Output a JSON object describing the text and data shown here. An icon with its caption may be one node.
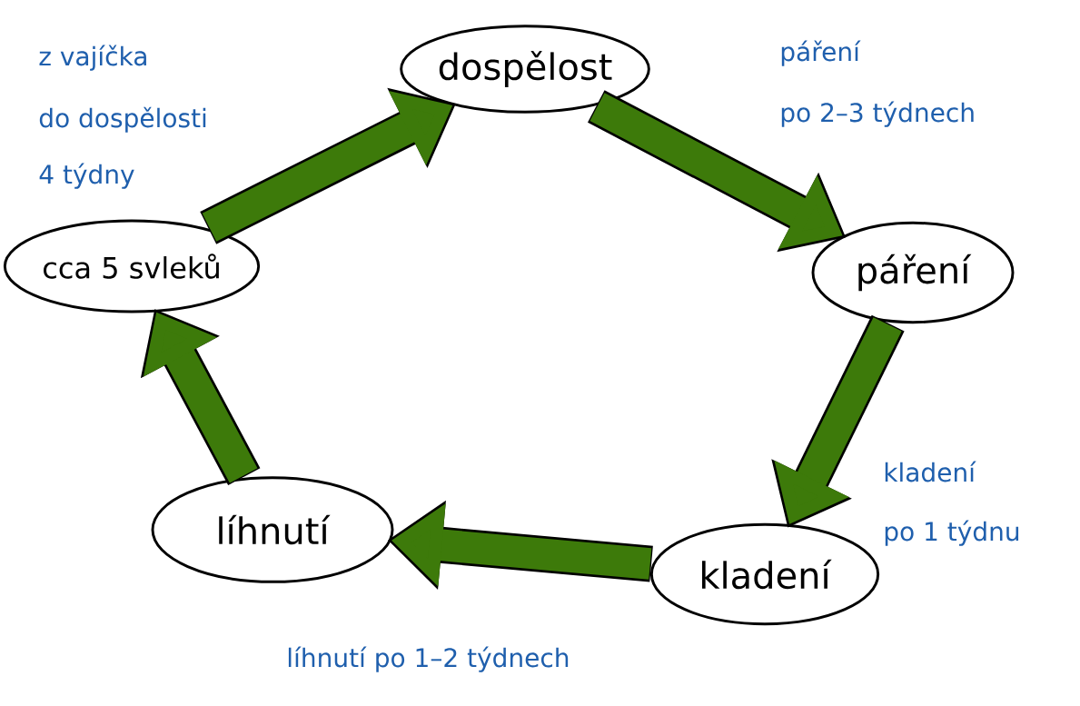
{
  "diagram": {
    "nodes": [
      {
        "text": [
          "dospělost"
        ]
      },
      {
        "text": [
          "páření"
        ]
      },
      {
        "text": [
          "kladení"
        ]
      },
      {
        "text": [
          "líhnutí"
        ]
      },
      {
        "text": [
          "cca 5 svleků"
        ]
      }
    ],
    "edges": [
      {
        "from": 0,
        "to": 1,
        "arrow": "to"
      },
      {
        "from": 1,
        "to": 2,
        "arrow": "to"
      },
      {
        "from": 2,
        "to": 3,
        "arrow": "to"
      },
      {
        "from": 3,
        "to": 4,
        "arrow": "to"
      },
      {
        "from": 4,
        "to": 0,
        "arrow": "to"
      }
    ],
    "labels": [
      "z vajíčka",
      "do dospělosti",
      "4 týdny",
      "páření",
      "po 2–3 týdnech",
      "kladení",
      "po 1 týdnu",
      "líhnutí po 1–2 týdnech"
    ]
  }
}
